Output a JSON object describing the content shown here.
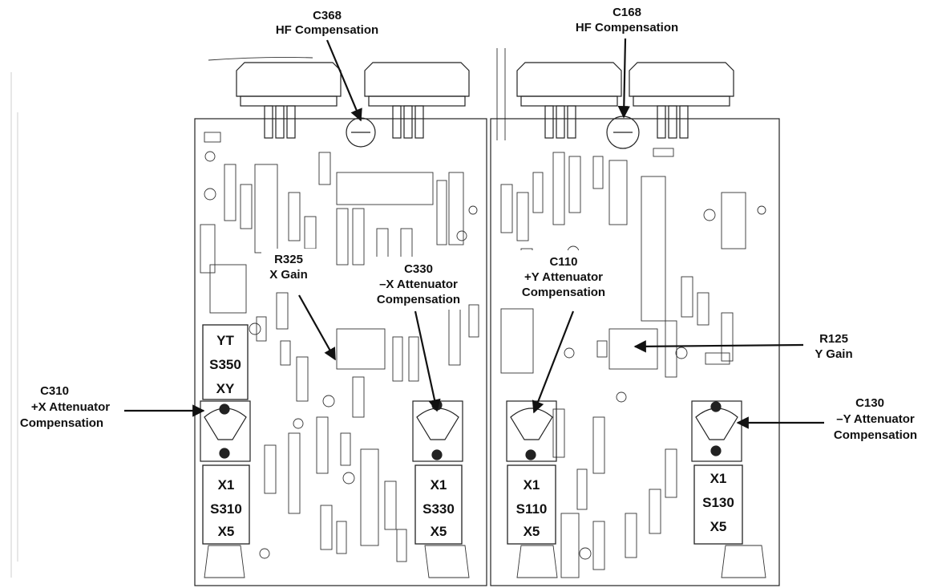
{
  "callouts": {
    "c368": {
      "ref": "C368",
      "desc": "HF Compensation"
    },
    "c168": {
      "ref": "C168",
      "desc": "HF Compensation"
    },
    "r325": {
      "ref": "R325",
      "desc": "X Gain"
    },
    "c330": {
      "ref": "C330",
      "desc1": "–X Attenuator",
      "desc2": "Compensation"
    },
    "c110": {
      "ref": "C110",
      "desc1": "+Y Attenuator",
      "desc2": "Compensation"
    },
    "r125": {
      "ref": "R125",
      "desc": "Y Gain"
    },
    "c310": {
      "ref": "C310",
      "desc1": "+X Attenuator",
      "desc2": "Compensation"
    },
    "c130": {
      "ref": "C130",
      "desc1": "–Y Attenuator",
      "desc2": "Compensation"
    }
  },
  "switches": {
    "s350": {
      "top": "YT",
      "mid": "S350",
      "bot": "XY"
    },
    "s310": {
      "top": "X1",
      "mid": "S310",
      "bot": "X5"
    },
    "s330": {
      "top": "X1",
      "mid": "S330",
      "bot": "X5"
    },
    "s110": {
      "top": "X1",
      "mid": "S110",
      "bot": "X5"
    },
    "s130": {
      "top": "X1",
      "mid": "S130",
      "bot": "X5"
    }
  }
}
